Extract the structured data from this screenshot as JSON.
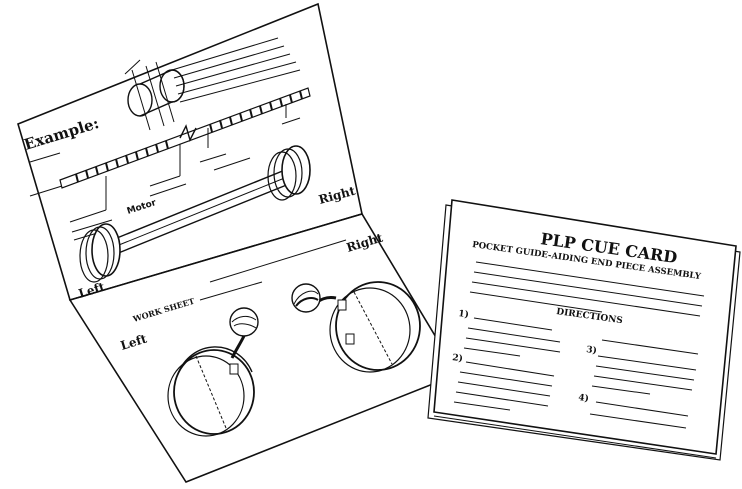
{
  "worksheet": {
    "example_label": "Example:",
    "motor_label": "Motor",
    "top_right_label": "Right",
    "right_label": "Right",
    "left_label": "Left",
    "bottom_left_label": "Left",
    "work_sheet_label": "WORK SHEET"
  },
  "cue_card": {
    "title": "PLP CUE CARD",
    "subtitle": "POCKET GUIDE-AIDING END PIECE ASSEMBLY",
    "directions_heading": "DIRECTIONS",
    "steps": [
      "1)",
      "2)",
      "3)",
      "4)"
    ]
  }
}
